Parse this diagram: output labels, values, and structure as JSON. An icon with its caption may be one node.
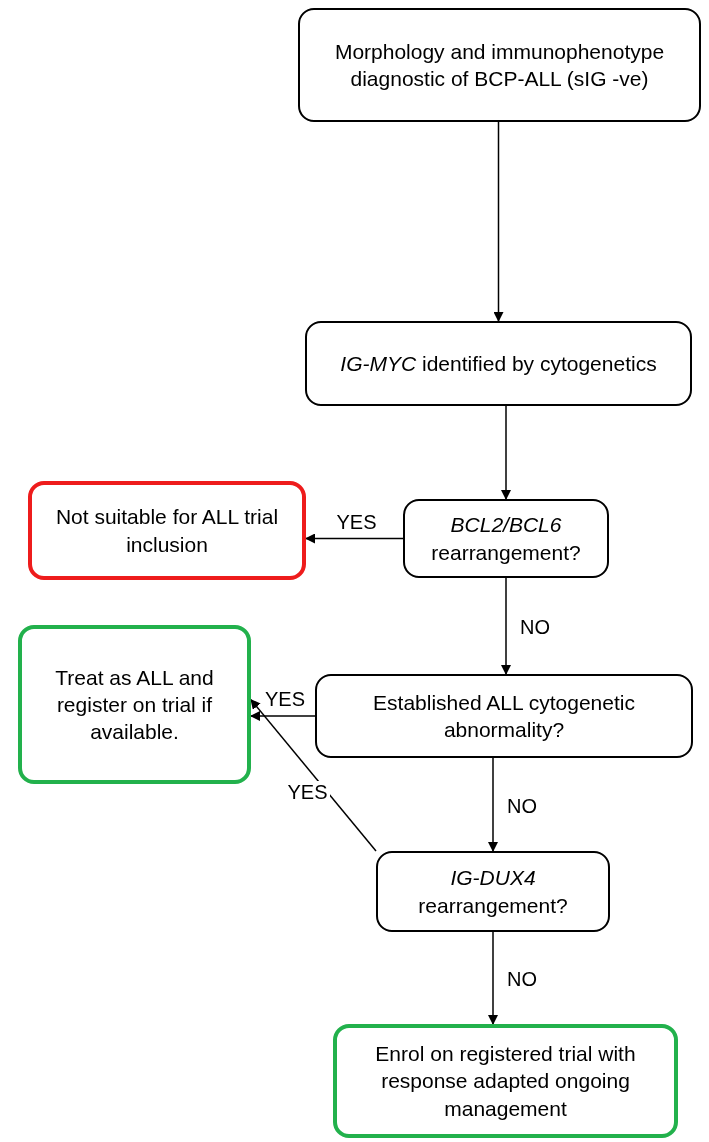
{
  "diagram": {
    "nodes": [
      {
        "text": [
          "Morphology and immunophenotype diagnostic of BCP-ALL (sIG -ve)"
        ]
      },
      {
        "text": [
          "*IG-MYC* identified by cytogenetics"
        ]
      },
      {
        "text": [
          "*BCL2/BCL6* rearrangement?"
        ]
      },
      {
        "text": [
          "Not suitable for ALL trial inclusion"
        ]
      },
      {
        "text": [
          "Established ALL cytogenetic abnormality?"
        ]
      },
      {
        "text": [
          "Treat as ALL and register on trial if available."
        ]
      },
      {
        "text": [
          "*IG-DUX4* rearrangement?"
        ]
      },
      {
        "text": [
          "Enrol on registered trial with response adapted ongoing management"
        ]
      }
    ],
    "edges": [
      {
        "from": 0,
        "to": 1,
        "arrow": "to"
      },
      {
        "from": 1,
        "to": 2,
        "arrow": "to"
      },
      {
        "from": 2,
        "to": 3,
        "arrow": "to",
        "label": "YES"
      },
      {
        "from": 2,
        "to": 4,
        "arrow": "to",
        "label": "NO"
      },
      {
        "from": 4,
        "to": 5,
        "arrow": "to",
        "label": "YES"
      },
      {
        "from": 4,
        "to": 6,
        "arrow": "to",
        "label": "NO"
      },
      {
        "from": 6,
        "to": 5,
        "arrow": "to",
        "label": "YES"
      },
      {
        "from": 6,
        "to": 7,
        "arrow": "to",
        "label": "NO"
      }
    ]
  }
}
